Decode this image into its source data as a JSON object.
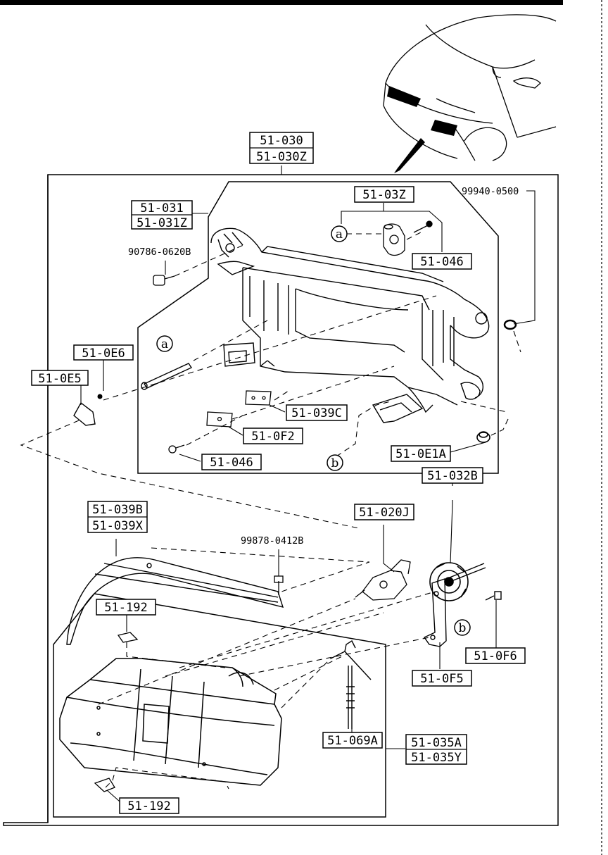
{
  "labels": {
    "headlamp_assy": [
      "51-030",
      "51-030Z"
    ],
    "housing": [
      "51-031",
      "51-031Z"
    ],
    "adjuster_03z": "51-03Z",
    "screw_046_top": "51-046",
    "bolt_pn": "90786-0620B",
    "nut_pn": "99940-0500",
    "clip_0e6": "51-0E6",
    "bracket_0e5": "51-0E5",
    "plate_039c": "51-039C",
    "plate_0f2": "51-0F2",
    "screw_046_bottom": "51-046",
    "grommet_0e1a": "51-0E1A",
    "trim": [
      "51-039B",
      "51-039X"
    ],
    "screw_pn": "99878-0412B",
    "bulb": "51-020J",
    "socket": "51-032B",
    "clip_192_top": "51-192",
    "clip_192_bottom": "51-192",
    "screw_0f6": "51-0F6",
    "bracket_0f5": "51-0F5",
    "harness": "51-069A",
    "lens_assy": [
      "51-035A",
      "51-035Y"
    ]
  },
  "callouts": {
    "a_top": "a",
    "a_left": "a",
    "b_bottom": "b",
    "b_right": "b"
  }
}
